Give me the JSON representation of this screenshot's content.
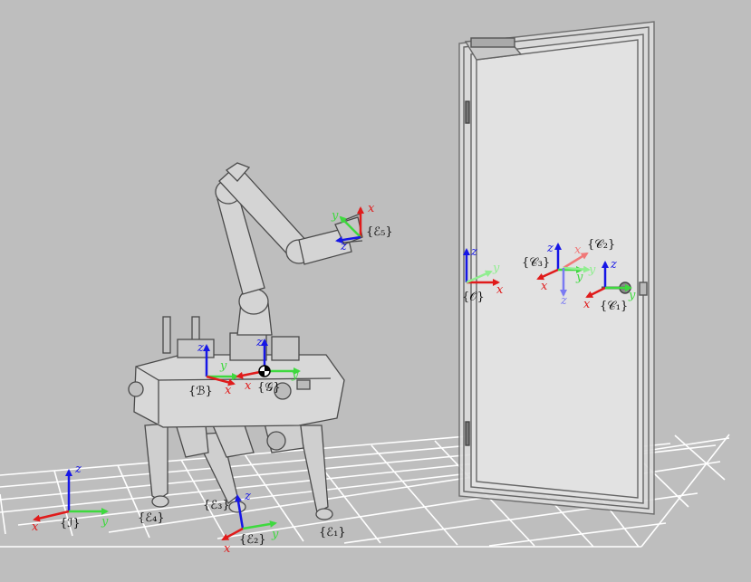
{
  "colors": {
    "background": "#bebebe",
    "x_axis": "#e01b1b",
    "y_axis": "#3ed93e",
    "z_axis": "#1616e6",
    "x_axis_faded": "#f07878",
    "y_axis_faded": "#90ee90",
    "z_axis_faded": "#7a7af2"
  },
  "axis_letters": {
    "x": "x",
    "y": "y",
    "z": "z"
  },
  "frames": {
    "inertial": "{ℐ}",
    "base": "{ℬ}",
    "grasp": "{𝒢}",
    "ee5": "{ℰ₅}",
    "ee4": "{ℰ₄}",
    "ee3": "{ℰ₃}",
    "ee2": "{ℰ₂}",
    "ee1": "{ℰ₁}",
    "object": "{𝒪}",
    "c1": "{𝒞₁}",
    "c2": "{𝒞₂}",
    "c3": "{𝒞₃}"
  }
}
